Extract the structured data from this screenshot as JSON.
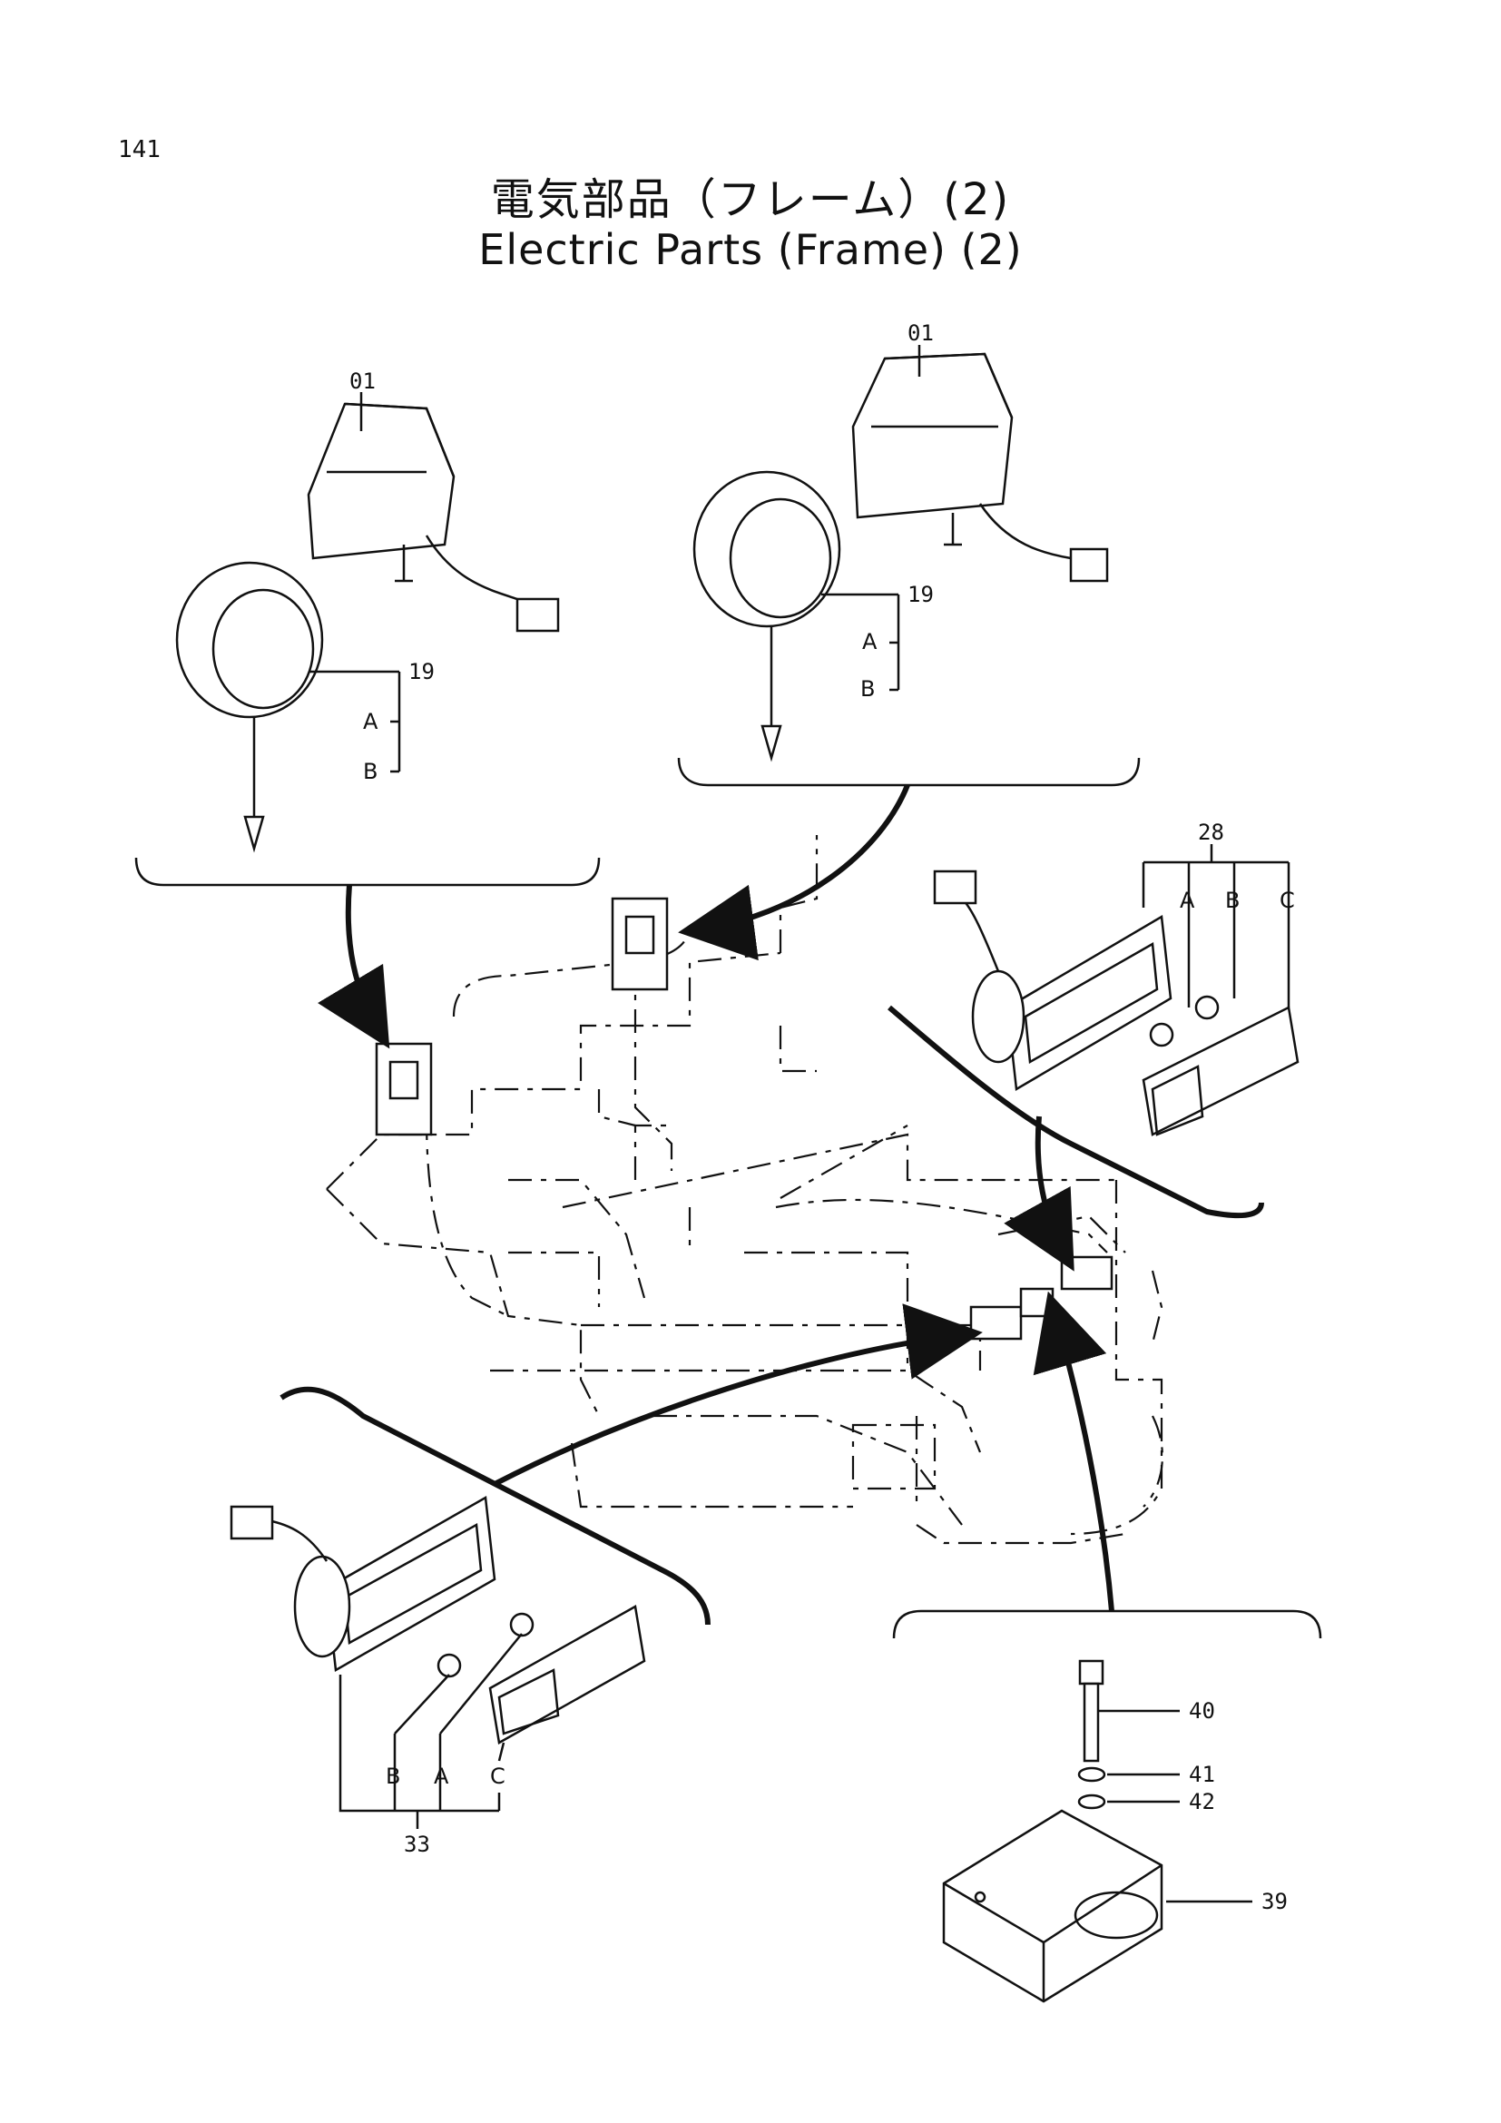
{
  "page_number": "141",
  "title_jp": "電気部品（フレーム）(2)",
  "title_en": "Electric Parts (Frame) (2)",
  "callouts": {
    "lamp_left_01": "01",
    "lamp_left_19": "19",
    "lamp_left_A": "A",
    "lamp_left_B": "B",
    "lamp_right_01": "01",
    "lamp_right_19": "19",
    "lamp_right_A": "A",
    "lamp_right_B": "B",
    "rear_right_28": "28",
    "rear_right_A": "A",
    "rear_right_B": "B",
    "rear_right_C": "C",
    "rear_left_33": "33",
    "rear_left_B": "B",
    "rear_left_A": "A",
    "rear_left_C": "C",
    "bolt_40": "40",
    "washer_41": "41",
    "washer_42": "42",
    "guard_39": "39"
  }
}
